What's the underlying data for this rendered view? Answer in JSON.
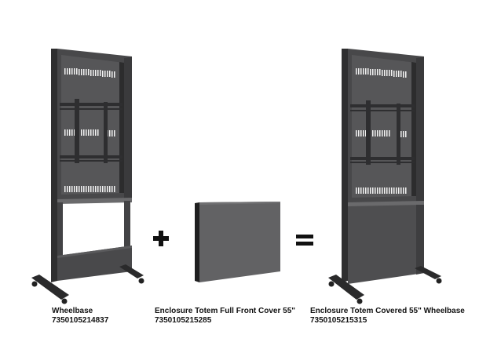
{
  "colors": {
    "frame": "#3f3f41",
    "frame_dark": "#2a2a2b",
    "panel": "#575759",
    "panel_light": "#626264",
    "vent": "#ffffff",
    "bracket": "#2e2e30",
    "cover": "#5e5e60",
    "text": "#111111",
    "background": "#ffffff"
  },
  "products": [
    {
      "name": "Wheelbase",
      "sku": "7350105214837"
    },
    {
      "name": "Enclosure Totem Full Front Cover 55\"",
      "sku": "7350105215285"
    },
    {
      "name": "Enclosure Totem Covered 55\" Wheelbase",
      "sku": "7350105215315"
    }
  ],
  "operators": {
    "plus": "+",
    "equals": "="
  }
}
